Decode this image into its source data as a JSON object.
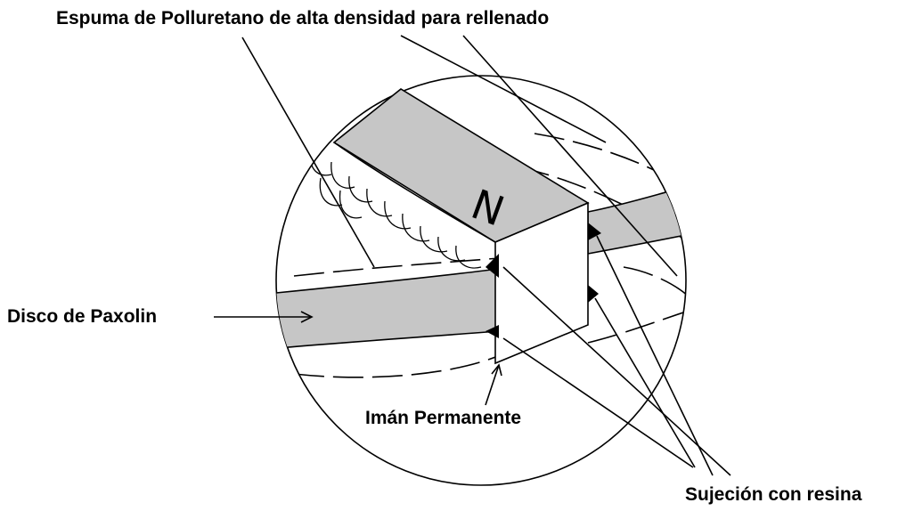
{
  "labels": {
    "foam": "Espuma de Polluretano de alta densidad para rellenado",
    "disc": "Disco de Paxolin",
    "magnet": "Imán Permanente",
    "resin": "Sujeción con resina"
  },
  "magnet_pole": "N",
  "colors": {
    "fill": "#c6c6c6",
    "line": "#000000",
    "background": "#ffffff"
  }
}
